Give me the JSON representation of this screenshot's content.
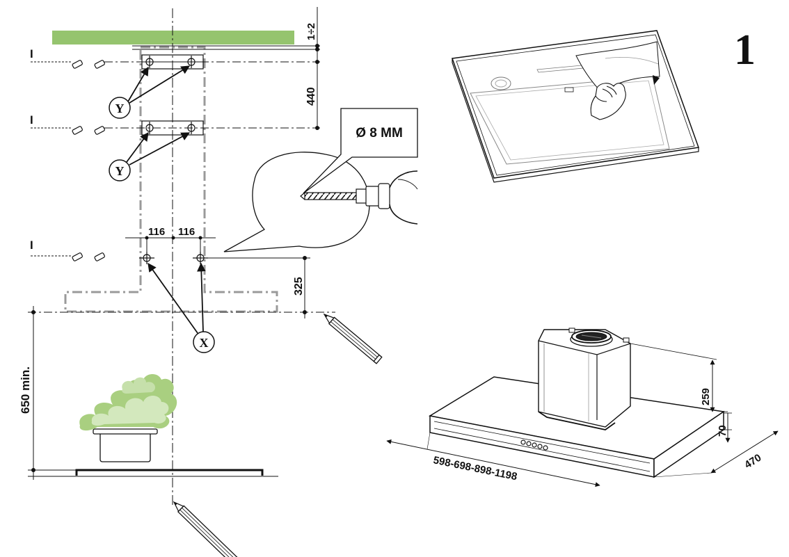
{
  "figure": {
    "number": "1",
    "colors": {
      "countertop": "#95c46e",
      "steam": "#a9cf80",
      "steam_light": "#d3e8bd",
      "guide": "#9a9a9a",
      "ink": "#111111"
    }
  },
  "installation": {
    "gap_label": "1÷2",
    "bracket_spacing_label": "440",
    "hole_spacing_left": "116",
    "hole_spacing_right": "116",
    "lower_offset_label": "325",
    "min_height_label": "650 min.",
    "level_marks": [
      "I",
      "I",
      "I"
    ],
    "callout_y1": "Y",
    "callout_y2": "Y",
    "callout_x": "X",
    "drill_label": "Ø 8 MM"
  },
  "hood_dimensions": {
    "width_label": "598-698-898-1198",
    "depth_label": "470",
    "front_height_label": "70",
    "chimney_height_label": "259"
  }
}
